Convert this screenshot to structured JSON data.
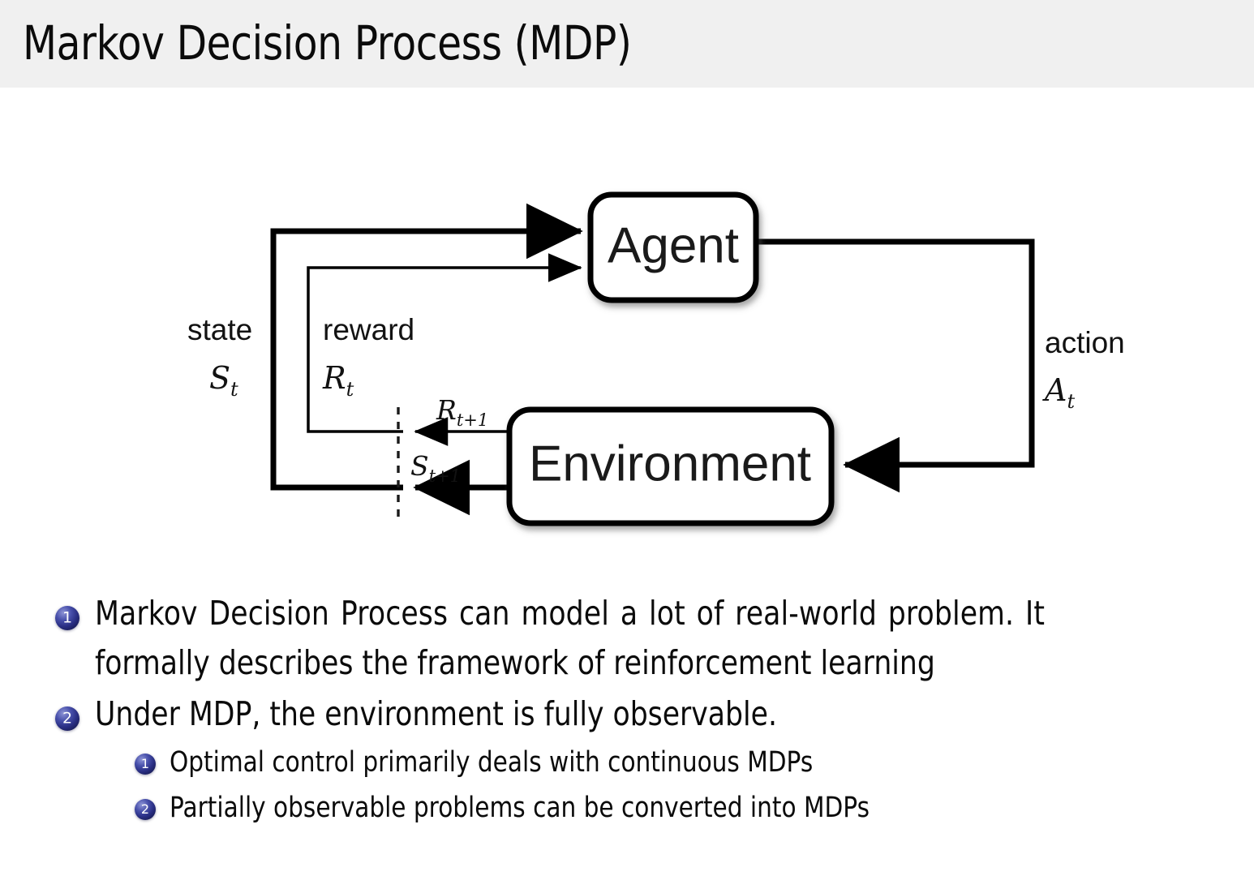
{
  "slide": {
    "title": "Markov Decision Process (MDP)",
    "header_bg": "#f0f0f0",
    "background": "#ffffff",
    "text_color": "#0b0b0b"
  },
  "diagram": {
    "name": "agent-environment-interaction-loop",
    "nodes": [
      {
        "id": "agent",
        "label": "Agent"
      },
      {
        "id": "environment",
        "label": "Environment"
      }
    ],
    "edges": [
      {
        "id": "state",
        "word": "state",
        "symbol": "S",
        "subscript": "t",
        "from": "environment",
        "to": "agent"
      },
      {
        "id": "reward",
        "word": "reward",
        "symbol": "R",
        "subscript": "t",
        "from": "environment",
        "to": "agent"
      },
      {
        "id": "action",
        "word": "action",
        "symbol": "A",
        "subscript": "t",
        "from": "agent",
        "to": "environment"
      },
      {
        "id": "next-reward",
        "word": "",
        "symbol": "R",
        "subscript": "t+1",
        "from": "environment",
        "to": "agent"
      },
      {
        "id": "next-state",
        "word": "",
        "symbol": "S",
        "subscript": "t+1",
        "from": "environment",
        "to": "agent"
      }
    ],
    "labels": {
      "state_word": "state",
      "state_sym": "S",
      "state_sub": "t",
      "reward_word": "reward",
      "reward_sym": "R",
      "reward_sub": "t",
      "action_word": "action",
      "action_sym": "A",
      "action_sub": "t",
      "next_reward_sym": "R",
      "next_reward_sub": "t+1",
      "next_state_sym": "S",
      "next_state_sub": "t+1"
    },
    "stroke_color": "#000000",
    "box_fill": "#ffffff"
  },
  "bullets": {
    "badge_color": "#2a2f84",
    "items": [
      {
        "number": "1",
        "level": 1,
        "lines": [
          "Markov Decision Process can model a lot of real-world problem.  It",
          "formally describes the framework of reinforcement learning"
        ]
      },
      {
        "number": "2",
        "level": 1,
        "lines": [
          "Under MDP, the environment is fully observable."
        ]
      },
      {
        "number": "1",
        "level": 2,
        "lines": [
          "Optimal control primarily deals with continuous MDPs"
        ]
      },
      {
        "number": "2",
        "level": 2,
        "lines": [
          "Partially observable problems can be converted into MDPs"
        ]
      }
    ]
  }
}
